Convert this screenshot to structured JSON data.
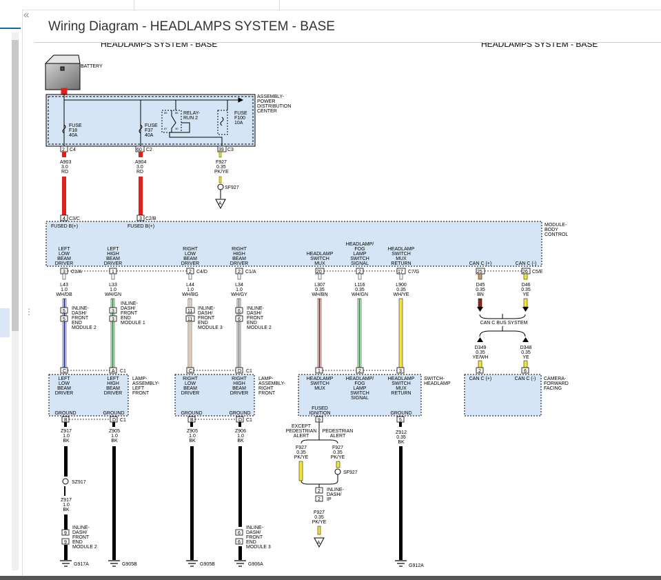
{
  "page": {
    "title": "Wiring Diagram - HEADLAMPS SYSTEM - BASE"
  },
  "ui": {
    "collapse_glyph": "«",
    "handle_glyph": "⋮",
    "collapse_icon": "double-chevron-left-icon",
    "handle_icon": "vertical-dots-icon"
  },
  "colors": {
    "module_fill": "#d5e5f5",
    "red": "#e0201b",
    "yellow": "#f6e33d",
    "blue": "#1c2fb0",
    "green": "#1c9b2b",
    "black": "#000000"
  },
  "diagram": {
    "header_left": "HEADLAMPS SYSTEM - BASE",
    "header_right": "HEADLAMPS SYSTEM - BASE",
    "labels": {
      "battery": "BATTERY",
      "pdc1": "ASSEMBLY-",
      "pdc2": "POWER",
      "pdc3": "DISTRIBUTION",
      "pdc4": "CENTER",
      "fuse_f18_1": "FUSE",
      "fuse_f18_2": "F18",
      "fuse_f18_3": "40A",
      "fuse_f37_1": "FUSE",
      "fuse_f37_2": "F37",
      "fuse_f37_3": "40A",
      "relay1": "RELAY-",
      "relay2": "RUN 2",
      "relay_p1": "85",
      "relay_p2": "86",
      "relay_p3": "87",
      "relay_p4": "30",
      "fuse_f100_1": "FUSE",
      "fuse_f100_2": "F100",
      "fuse_f100_3": "10A",
      "c4_pin": "2",
      "c4": "C4",
      "c2_pin": "60",
      "c2": "C2",
      "c3_pin": "39",
      "c3": "C3",
      "a903_1": "A903",
      "a903_2": "3.0",
      "a903_3": "RD",
      "a904_1": "A904",
      "a904_2": "3.0",
      "a904_3": "RD",
      "f927_1": "F927",
      "f927_2": "0.35",
      "f927_3": "PK/YE",
      "sf927": "SF927",
      "off_a": "A",
      "c3c_pin": "4",
      "c3c": "C3/C",
      "c2b_pin": "3",
      "c2b": "C2/B",
      "fused1": "FUSED B(+)",
      "fused2": "FUSED B(+)",
      "bcm1": "MODULE-",
      "bcm2": "BODY",
      "bcm3": "CONTROL",
      "llb1": "LEFT",
      "llb2": "LOW",
      "llb3": "BEAM",
      "llb4": "DRIVER",
      "lhb1": "LEFT",
      "lhb2": "HIGH",
      "lhb3": "BEAM",
      "lhb4": "DRIVER",
      "rlb1": "RIGHT",
      "rlb2": "LOW",
      "rlb3": "BEAM",
      "rlb4": "DRIVER",
      "rhb1": "RIGHT",
      "rhb2": "HIGH",
      "rhb3": "BEAM",
      "rhb4": "DRIVER",
      "hsm1": "HEADLAMP",
      "hsm2": "SWITCH",
      "hsm3": "MUX",
      "hfl1": "HEADLAMP/",
      "hfl2": "FOG",
      "hfl3": "LAMP",
      "hfl4": "SWITCH",
      "hfl5": "SIGNAL",
      "hsr1": "HEADLAMP",
      "hsr2": "SWITCH",
      "hsr3": "MUX",
      "hsr4": "RETURN",
      "canp": "CAN C (+)",
      "canm": "CAN C (-)",
      "p3": "3",
      "p1": "1",
      "c1a": "C1/A",
      "p2": "2",
      "c4d": "C4/D",
      "p2b": "2",
      "c1a2": "C1/A",
      "p20": "20",
      "p2c": "2",
      "p17": "17",
      "c7g": "C7/G",
      "p25": "25",
      "p26": "26",
      "c5e": "C5/E",
      "l43_1": "L43",
      "l43_2": "1.0",
      "l43_3": "WH/DB",
      "l33_1": "L33",
      "l33_2": "1.0",
      "l33_3": "WH/GN",
      "l44_1": "L44",
      "l44_2": "1.0",
      "l44_3": "WH/BG",
      "l34_1": "L34",
      "l34_2": "1.0",
      "l34_3": "WH/GY",
      "l307_1": "L307",
      "l307_2": "0.35",
      "l307_3": "WH/BN",
      "l116_1": "L116",
      "l116_2": "0.35",
      "l116_3": "WH/GN",
      "l900_1": "L900",
      "l900_2": "0.35",
      "l900_3": "WH/YE",
      "d45_1": "D45",
      "d45_2": "0.35",
      "d45_3": "BN",
      "d46_1": "D46",
      "d46_2": "0.35",
      "d46_3": "YE",
      "id_p5": "5",
      "id_p3": "3",
      "id_p11a": "11",
      "id_p11b": "11",
      "id_p6a": "6",
      "id_p6b": "6",
      "id1_1": "INLINE-",
      "id1_2": "DASH/",
      "id1_3": "FRONT",
      "id1_4": "END",
      "id1_5": "MODULE 2",
      "id2_1": "INLINE-",
      "id2_2": "DASH/",
      "id2_3": "FRONT",
      "id2_4": "END",
      "id2_5": "MODULE 1",
      "id3_1": "INLINE-",
      "id3_2": "DASH/",
      "id3_3": "FRONT",
      "id3_4": "END",
      "id3_5": "MODULE 3",
      "id4_1": "INLINE-",
      "id4_2": "DASH/",
      "id4_3": "FRONT",
      "id4_4": "END",
      "id4_5": "MODULE 2",
      "canbus": "CAN C BUS SYSTEM",
      "d349_1": "D349",
      "d349_2": "0.35",
      "d349_3": "YE/WH",
      "d348_1": "D348",
      "d348_2": "0.35",
      "d348_3": "YE",
      "lc_c": "C",
      "lc_a": "A",
      "lc_c1": "C1",
      "rc_c": "C",
      "rc_d": "D",
      "rc_c1": "C1",
      "hs_p1": "1",
      "hs_p2": "2",
      "hs_p3": "3",
      "cam_p2": "2",
      "cam_p6": "6",
      "lfl1": "LEFT",
      "lfl2": "LOW",
      "lfl3": "BEAM",
      "lfl4": "DRIVER",
      "lfh1": "LEFT",
      "lfh2": "HIGH",
      "lfh3": "BEAM",
      "lfh4": "DRIVER",
      "lg1": "GROUND",
      "lg2": "GROUND",
      "lf1": "LAMP-",
      "lf2": "ASSEMBLY-",
      "lf3": "LEFT",
      "lf4": "FRONT",
      "rfl1": "RIGHT",
      "rfl2": "LOW",
      "rfl3": "BEAM",
      "rfl4": "DRIVER",
      "rfh1": "RIGHT",
      "rfh2": "HIGH",
      "rfh3": "BEAM",
      "rfh4": "DRIVER",
      "rg1": "GROUND",
      "rg2": "GROUND",
      "rf1": "LAMP-",
      "rf2": "ASSEMBLY-",
      "rf3": "RIGHT",
      "rf4": "FRONT",
      "sw_m1": "HEADLAMP",
      "sw_m2": "SWITCH",
      "sw_m3": "MUX",
      "sw_f1": "HEADLAMP/",
      "sw_f2": "FOG",
      "sw_f3": "LAMP",
      "sw_f4": "SWITCH",
      "sw_f5": "SIGNAL",
      "sw_r1": "HEADLAMP",
      "sw_r2": "SWITCH",
      "sw_r3": "MUX",
      "sw_r4": "RETURN",
      "sw_fi1": "FUSED",
      "sw_fi2": "IGNITION",
      "sw_gnd": "GROUND",
      "sw1": "SWITCH-",
      "sw2": "HEADLAMP",
      "cam_cp": "CAN C (+)",
      "cam_cm": "CAN C (-)",
      "cam1": "CAMERA-",
      "cam2": "FORWARD",
      "cam3": "FACING",
      "lb_b": "B",
      "lb_d": "D",
      "lb_c1": "C1",
      "rb_b": "B",
      "rb_d": "D",
      "rb_c1": "C1",
      "sw_p9": "9",
      "sw_p5": "5",
      "z917_1": "Z917",
      "z917_2": "1.0",
      "z917_3": "BK",
      "z905_1": "Z905",
      "z905_2": "1.0",
      "z905_3": "BK",
      "z905b_1": "Z905",
      "z905b_2": "1.0",
      "z905b_3": "BK",
      "z906_1": "Z906",
      "z906_2": "1.0",
      "z906_3": "BK",
      "z912_1": "Z912",
      "z912_2": "0.35",
      "z912_3": "BK",
      "epa1": "EXCEPT",
      "epa2": "PEDESTRIAN",
      "epa3": "ALERT",
      "pa1": "PEDESTRIAN",
      "pa2": "ALERT",
      "f927a_1": "F927",
      "f927a_2": "0.35",
      "f927a_3": "PK/YE",
      "f927b_1": "F927",
      "f927b_2": "0.35",
      "f927b_3": "PK/YE",
      "sz917": "SZ917",
      "sf927b": "SF927",
      "z917b_1": "Z917",
      "z917b_2": "1.0",
      "z917b_3": "BK",
      "idb_p2a": "2",
      "idb_p2b": "2",
      "idb1": "INLINE-",
      "idb2": "DASH/",
      "idb3": "IP",
      "f927c_1": "F927",
      "f927c_2": "0.35",
      "f927c_3": "PK/YE",
      "off_a2": "A",
      "ll_p9a": "9",
      "ll_p9b": "9",
      "ll1": "INLINE-",
      "ll2": "DASH/",
      "ll3": "FRONT",
      "ll4": "END",
      "ll5": "MODULE 2",
      "lr_p6a": "6",
      "lr_p6b": "6",
      "lr1": "INLINE-",
      "lr2": "DASH/",
      "lr3": "FRONT",
      "lr4": "END",
      "lr5": "MODULE 3",
      "g917a": "G917A",
      "g905b": "G905B",
      "g905b2": "G905B",
      "g906a": "G906A",
      "g912a": "G912A"
    }
  }
}
